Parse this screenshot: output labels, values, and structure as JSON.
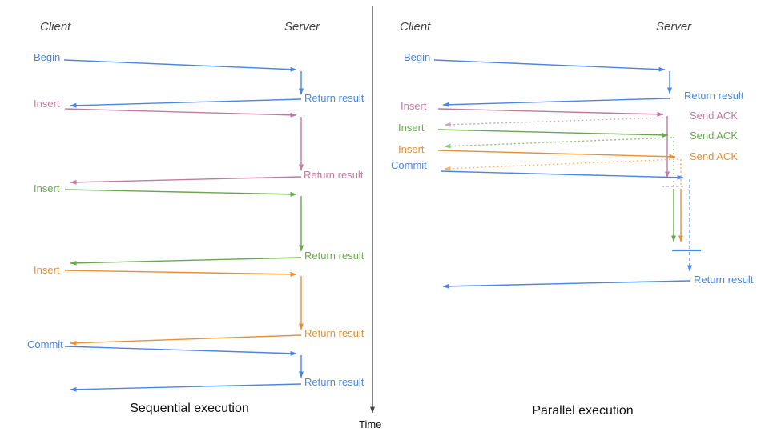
{
  "colors": {
    "blue": "#4a86e8",
    "blue_light": "#6d9eeb",
    "pink": "#c27ba0",
    "pink_light": "#d5a6bd",
    "green": "#6aa84f",
    "green_light": "#93c47d",
    "orange": "#e69138",
    "orange_light": "#f6b26b",
    "axis": "#444444",
    "header_text": "#444444",
    "title_text": "#111111"
  },
  "time_axis_label": "Time",
  "left_panel": {
    "title": "Sequential execution",
    "client_header": "Client",
    "server_header": "Server",
    "client_messages": [
      {
        "label": "Begin",
        "color": "blue"
      },
      {
        "label": "Insert",
        "color": "pink"
      },
      {
        "label": "Insert",
        "color": "green"
      },
      {
        "label": "Insert",
        "color": "orange"
      },
      {
        "label": "Commit",
        "color": "blue"
      }
    ],
    "server_messages": [
      {
        "label": "Return result",
        "color": "blue"
      },
      {
        "label": "Return result",
        "color": "pink"
      },
      {
        "label": "Return result",
        "color": "green"
      },
      {
        "label": "Return result",
        "color": "orange"
      },
      {
        "label": "Return result",
        "color": "blue"
      }
    ]
  },
  "right_panel": {
    "title": "Parallel execution",
    "client_header": "Client",
    "server_header": "Server",
    "client_messages": [
      {
        "label": "Begin",
        "color": "blue"
      },
      {
        "label": "Insert",
        "color": "pink"
      },
      {
        "label": "Insert",
        "color": "green"
      },
      {
        "label": "Insert",
        "color": "orange"
      },
      {
        "label": "Commit",
        "color": "blue"
      }
    ],
    "server_messages": [
      {
        "label": "Return result",
        "color": "blue"
      },
      {
        "label": "Send ACK",
        "color": "pink"
      },
      {
        "label": "Send ACK",
        "color": "green"
      },
      {
        "label": "Send ACK",
        "color": "orange"
      },
      {
        "label": "Return result",
        "color": "blue"
      }
    ]
  }
}
